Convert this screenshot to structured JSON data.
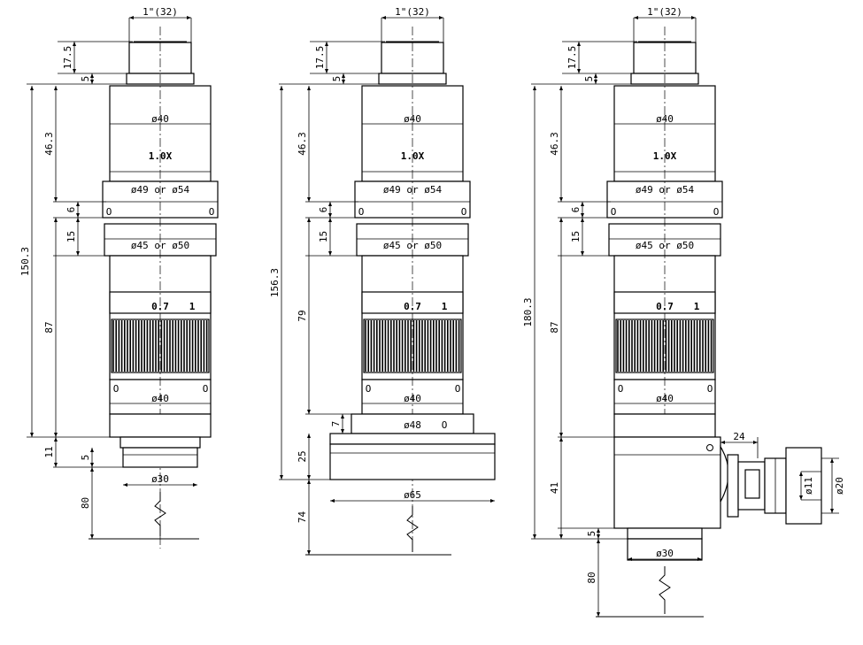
{
  "lens_marks": {
    "mount": "1\"(32)",
    "d40": "ø40",
    "mag": "1.0X",
    "d49_54": "ø49 or ø54",
    "d45_50": "ø45 or ø50",
    "zoom_07": "0.7",
    "zoom_1": "1",
    "d30": "ø30",
    "d48": "ø48",
    "d65": "ø65",
    "d11": "ø11",
    "d20": "ø20",
    "o": "O"
  },
  "dims": {
    "d17_5": "17.5",
    "d5": "5",
    "d46_3": "46.3",
    "d6": "6",
    "d15": "15",
    "d87": "87",
    "d11": "11",
    "d80": "80",
    "d150_3": "150.3",
    "d156_3": "156.3",
    "d180_3": "180.3",
    "d79": "79",
    "d7": "7",
    "d25": "25",
    "d74": "74",
    "d41": "41",
    "d24": "24"
  }
}
